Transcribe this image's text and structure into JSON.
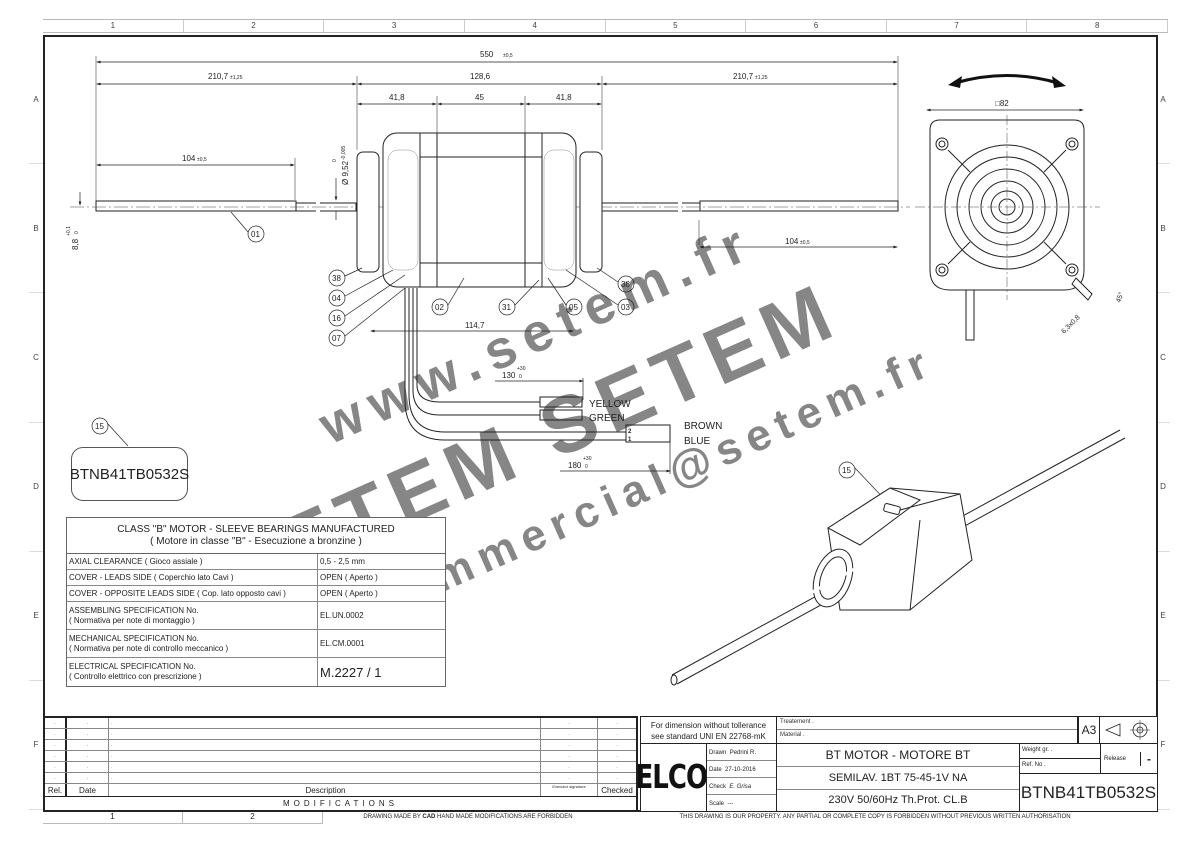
{
  "sheet": {
    "grid_columns": [
      "1",
      "2",
      "3",
      "4",
      "5",
      "6",
      "7",
      "8"
    ],
    "grid_rows": [
      "A",
      "B",
      "C",
      "D",
      "E",
      "F"
    ],
    "bottom_grid_columns": [
      "1",
      "2"
    ]
  },
  "dimensions": {
    "overall_length": "550",
    "overall_tol": "±0,5",
    "left_shaft": "210,7",
    "left_shaft_tol": "±1,25",
    "body_length": "128,6",
    "right_shaft": "210,7",
    "right_shaft_tol": "±1,25",
    "seg_left": "41,8",
    "seg_mid": "45",
    "seg_right": "41,8",
    "flat_left": "104",
    "flat_left_tol": "±0,5",
    "flat_right": "104",
    "flat_right_tol": "±0,5",
    "shaft_dia": "Ø 9,52",
    "shaft_dia_tol_upper": "0",
    "shaft_dia_tol_lower": "-0,005",
    "flat_height": "8,8",
    "flat_height_tol_upper": "+0,1",
    "flat_height_tol_lower": "0",
    "body_width": "114,7",
    "square_size": "□82",
    "tab_size": "6,3x0,8",
    "tab_angle": "45°",
    "lead_short": "130",
    "lead_short_tol_upper": "+30",
    "lead_short_tol_lower": "0",
    "lead_long": "180",
    "lead_long_tol_upper": "+30",
    "lead_long_tol_lower": "0"
  },
  "balloons": {
    "b01": "01",
    "b02": "02",
    "b03": "03",
    "b04": "04",
    "b05": "05",
    "b07": "07",
    "b16": "16",
    "b31": "31",
    "b38l": "38",
    "b38r": "38",
    "b15a": "15",
    "b15b": "15"
  },
  "wires": {
    "yellow": "YELLOW",
    "green": "GREEN",
    "brown": "BROWN",
    "blue": "BLUE",
    "pin2": "2",
    "pin1": "1"
  },
  "label_plate": {
    "text": "BTNB41TB0532S"
  },
  "spec_table": {
    "title": "CLASS \"B\" MOTOR - SLEEVE BEARINGS MANUFACTURED",
    "subtitle": "( Motore in classe \"B\" - Esecuzione a bronzine )",
    "rows": [
      {
        "key": "AXIAL CLEARANCE ( Gioco assiale )",
        "key2": "",
        "value": "0,5 - 2,5 mm"
      },
      {
        "key": "COVER  -  LEADS SIDE ( Coperchio lato Cavi )",
        "key2": "",
        "value": "OPEN ( Aperto )"
      },
      {
        "key": "COVER  -  OPPOSITE LEADS SIDE ( Cop. lato opposto cavi )",
        "key2": "",
        "value": "OPEN ( Aperto )"
      },
      {
        "key": "ASSEMBLING SPECIFICATION No.",
        "key2": "( Normativa per note di montaggio )",
        "value": "EL.UN.0002"
      },
      {
        "key": "MECHANICAL SPECIFICATION No.",
        "key2": "( Normativa per note di controllo meccanico )",
        "value": "EL.CM.0001"
      },
      {
        "key": "ELECTRICAL SPECIFICATION No.",
        "key2": "( Controllo elettrico con prescrizione )",
        "value": "M.2227 / 1"
      }
    ]
  },
  "modifications": {
    "empty_cell": ".",
    "headers": {
      "rel": "Rel.",
      "date": "Date",
      "description": "Description",
      "executor": "Executor signature",
      "checked": "Checked"
    },
    "title": "MODIFICATIONS"
  },
  "title_block": {
    "tolerance_note_1": "For dimension without tollerance",
    "tolerance_note_2": "see standard UNI EN 22768-mK",
    "treatment_label": "Treatement",
    "treatment_value": ".",
    "material_label": "Material",
    "material_value": ".",
    "sheet_size": "A3",
    "logo": "ELCO",
    "logo_mark": "®",
    "drawn_label": "Drawn",
    "drawn_value": "Pedrini R.",
    "date_label": "Date",
    "date_value": "27-10-2016",
    "check_label": "Check",
    "check_value": "E. Grisa",
    "scale_label": "Scale",
    "scale_value": "---",
    "title_line1": "BT MOTOR   -   MOTORE BT",
    "title_line2": "SEMILAV. 1BT 75-45-1V NA",
    "title_line3": "230V   50/60Hz   Th.Prot.   CL.B",
    "weight_label": "Weight gr.",
    "weight_value": ".",
    "ref_label": "Ref. No",
    "ref_value": ".",
    "release_label": "Release",
    "release_value": "-",
    "part_number": "BTNB41TB0532S"
  },
  "footer": {
    "cad_note_pre": "DRAWING MADE BY ",
    "cad_note_bold": "CAD",
    "cad_note_post": " HAND MADE MODIFICATIONS ARE FORBIDDEN",
    "property_note": "THIS DRAWING IS OUR PROPERTY. ANY PARTIAL OR COMPLETE COPY IS FORBIDDEN WITHOUT PREVIOUS WRITTEN AUTHORISATION"
  },
  "watermark": {
    "line1": "www.setem.fr",
    "line2": "SETEM SETEM",
    "line3": "commercial@setem.fr"
  }
}
